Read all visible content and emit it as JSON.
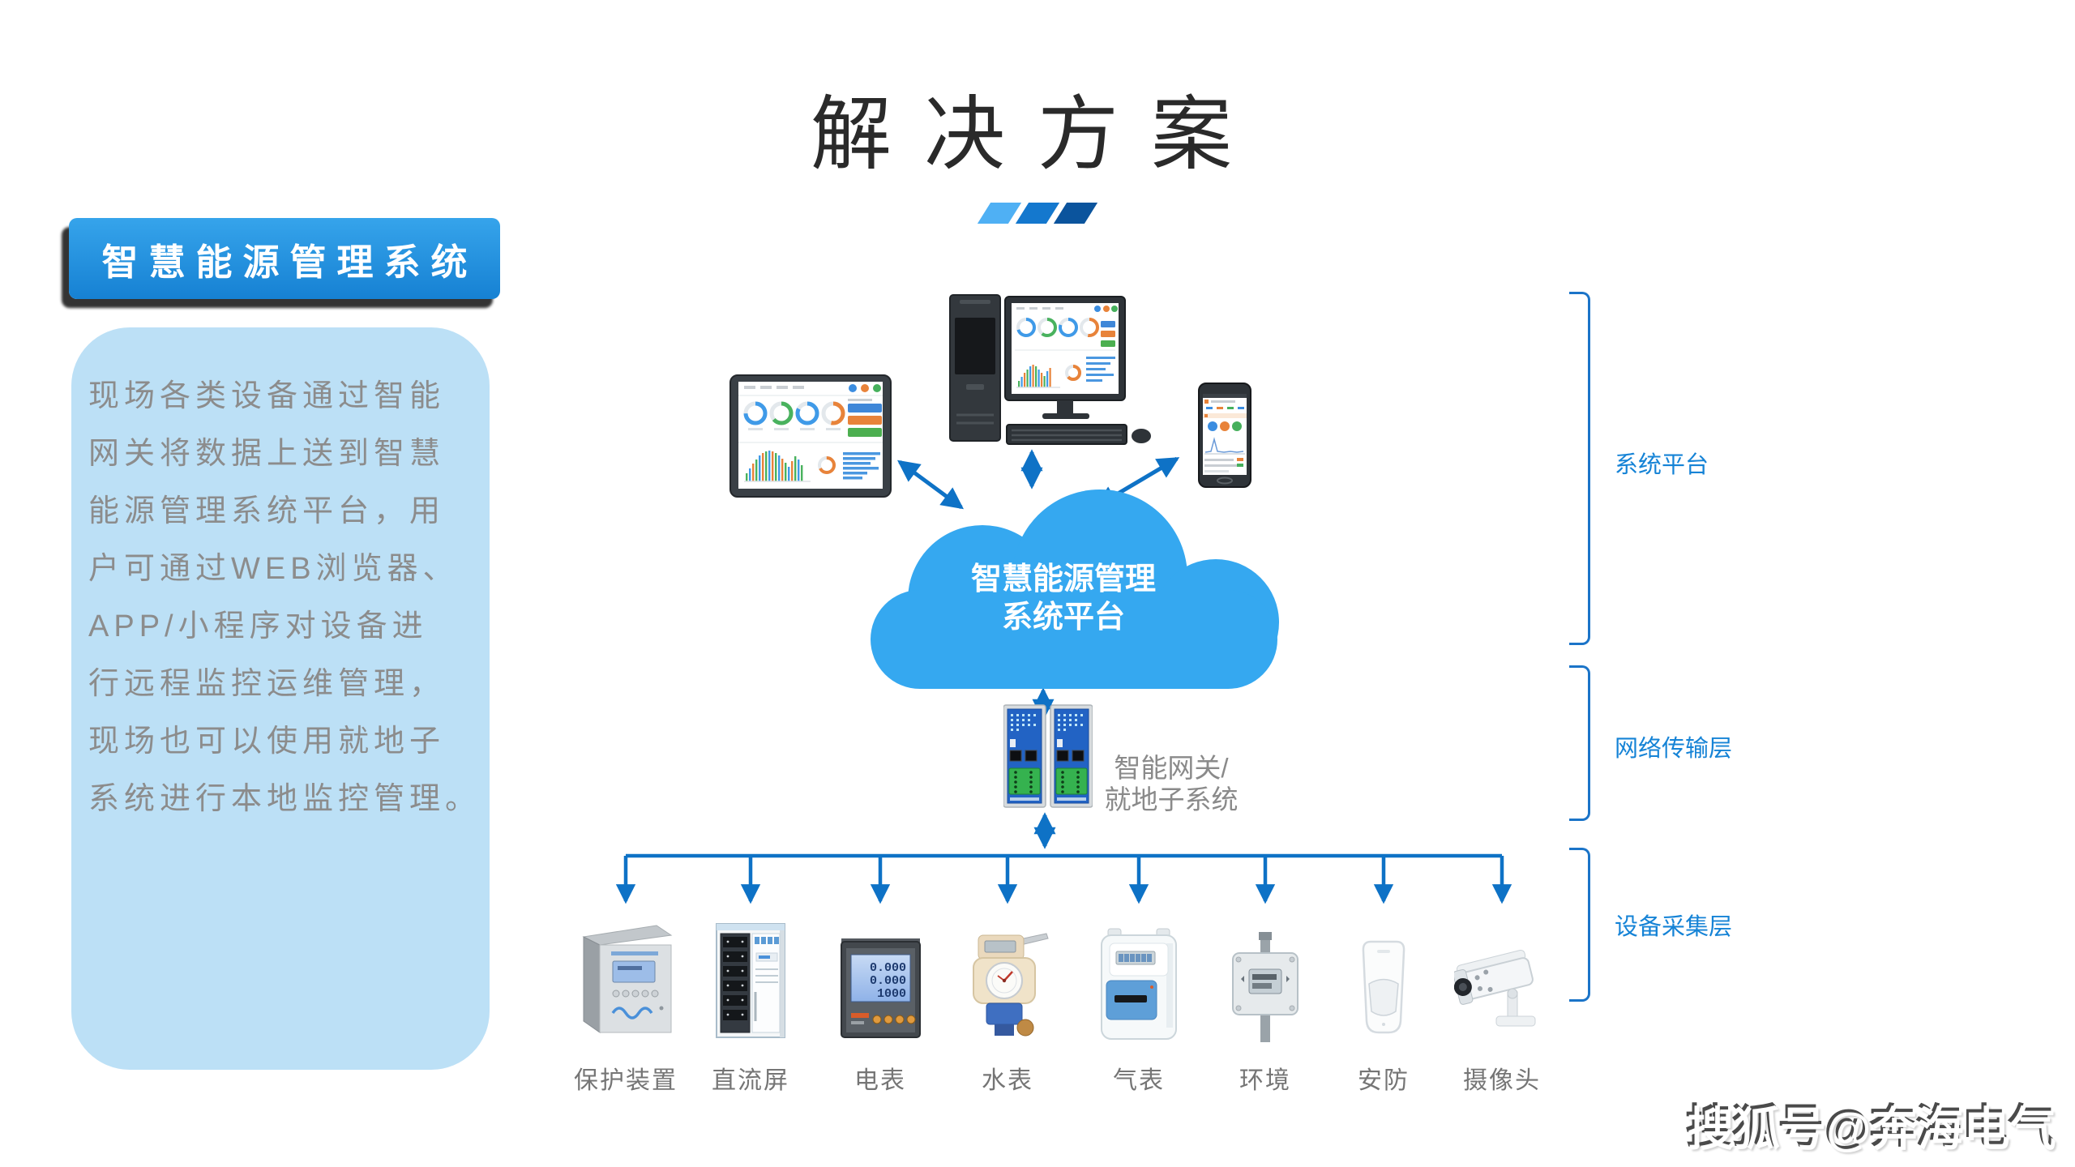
{
  "palette": {
    "title-text": "#2a2a2a",
    "slash-light": "#4fb0f4",
    "slash-mid": "#1478ce",
    "slash-dark": "#0b549d",
    "header-grad-top": "#36a4eb",
    "header-grad-bottom": "#1681d3",
    "panel-bg": "#bce0f6",
    "panel-text": "#8c8c8c",
    "cloud-blue": "#35a8f0",
    "connector-blue": "#0e72c6",
    "bracket-blue": "#1b74c8",
    "bracket-label": "#1583d6",
    "device-label": "#757575",
    "watermark-shadow": "#4a4a4a"
  },
  "title": {
    "text": "解决方案"
  },
  "sidebar": {
    "header": "智慧能源管理系统",
    "description_lines": [
      "现场各类设备通过智能",
      "网关将数据上送到智慧",
      "能源管理系统平台，用",
      "户可通过WEB浏览器、",
      "APP/小程序对设备进",
      "行远程监控运维管理，",
      "现场也可以使用就地子",
      "系统进行本地监控管理。"
    ]
  },
  "cloud": {
    "line1": "智慧能源管理",
    "line2": "系统平台"
  },
  "gateway": {
    "line1": "智能网关/",
    "line2": "就地子系统"
  },
  "meter_display": {
    "row1": "0.000",
    "row2": "0.000",
    "row3": "1000"
  },
  "devices": {
    "items": [
      {
        "label": "保护装置"
      },
      {
        "label": "直流屏"
      },
      {
        "label": "电表"
      },
      {
        "label": "水表"
      },
      {
        "label": "气表"
      },
      {
        "label": "环境"
      },
      {
        "label": "安防"
      },
      {
        "label": "摄像头"
      }
    ]
  },
  "layers": {
    "items": [
      {
        "label": "系统平台"
      },
      {
        "label": "网络传输层"
      },
      {
        "label": "设备采集层"
      }
    ]
  },
  "watermark": {
    "text": "搜狐号@奔海电气"
  }
}
